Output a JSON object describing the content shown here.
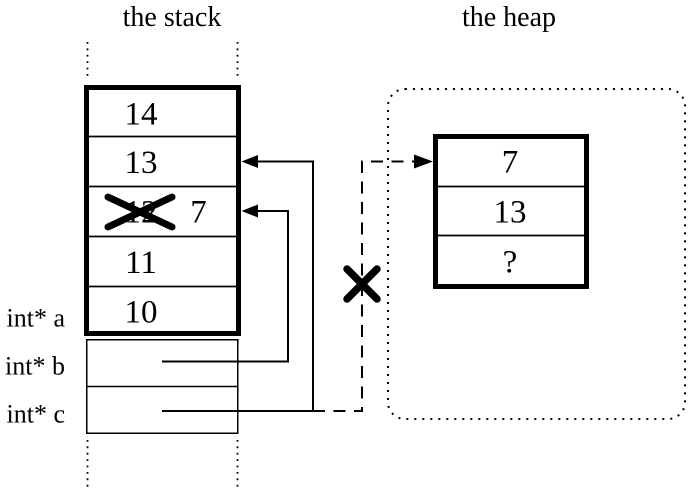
{
  "canvas": {
    "background": "#ffffff",
    "ink": "#000000"
  },
  "stack": {
    "title": "the stack",
    "cells": [
      {
        "value": "14",
        "crossed_out": false
      },
      {
        "value": "13",
        "crossed_out": false
      },
      {
        "value": "12",
        "crossed_out": true,
        "replacement": "7"
      },
      {
        "value": "11",
        "crossed_out": false
      },
      {
        "value": "10",
        "crossed_out": false
      }
    ],
    "pointer_labels": [
      {
        "label": "int* a"
      },
      {
        "label": "int* b"
      },
      {
        "label": "int* c"
      }
    ]
  },
  "heap": {
    "title": "the heap",
    "cells": [
      {
        "value": "7"
      },
      {
        "value": "13"
      },
      {
        "value": "?"
      }
    ]
  },
  "icons": {
    "arrowhead": "solid black triangle",
    "cross_out_x": "✕ over old value 12",
    "broken_pointer_x": "✕ on dashed pointer to heap"
  }
}
